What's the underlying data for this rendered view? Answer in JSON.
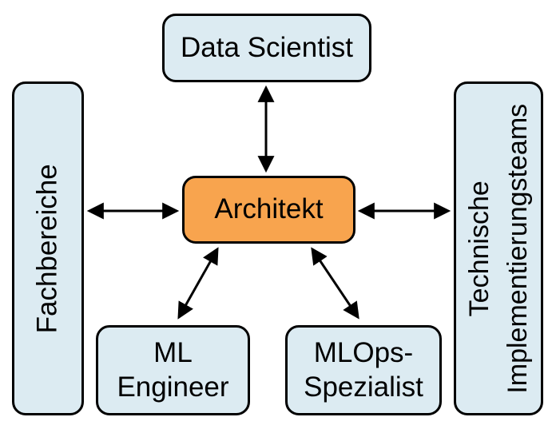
{
  "diagram": {
    "nodes": {
      "data_scientist": {
        "label": "Data Scientist",
        "fill": "#dcebf2"
      },
      "architekt": {
        "label": "Architekt",
        "fill": "#f8a44e"
      },
      "fachbereiche": {
        "label": "Fachbereiche",
        "fill": "#dcebf2"
      },
      "technische_implementierungsteams": {
        "line1": "Technische",
        "line2": "Implementierungsteams",
        "fill": "#dcebf2"
      },
      "ml_engineer": {
        "line1": "ML",
        "line2": "Engineer",
        "fill": "#dcebf2"
      },
      "mlops_spezialist": {
        "line1": "MLOps-",
        "line2": "Spezialist",
        "fill": "#dcebf2"
      }
    },
    "edges": [
      {
        "from": "Architekt",
        "to": "Data Scientist",
        "bidirectional": true
      },
      {
        "from": "Architekt",
        "to": "Fachbereiche",
        "bidirectional": true
      },
      {
        "from": "Architekt",
        "to": "Technische Implementierungsteams",
        "bidirectional": true
      },
      {
        "from": "Architekt",
        "to": "ML Engineer",
        "bidirectional": true
      },
      {
        "from": "Architekt",
        "to": "MLOps-Spezialist",
        "bidirectional": true
      }
    ],
    "colors": {
      "node_fill_blue": "#dcebf2",
      "node_fill_orange": "#f8a44e",
      "border": "#000000",
      "arrow": "#000000",
      "background": "#ffffff"
    }
  }
}
